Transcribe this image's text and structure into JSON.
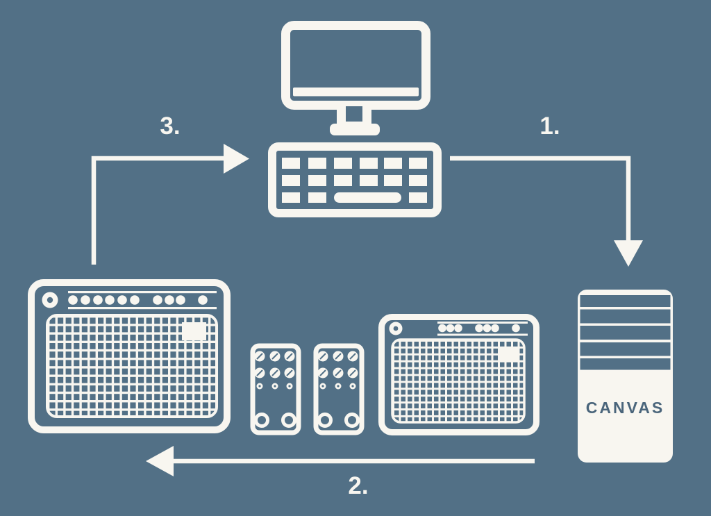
{
  "colors": {
    "background": "#527086",
    "foreground": "#f8f6f0",
    "server_label_text": "#4a657b"
  },
  "diagram": {
    "steps": {
      "one": "1.",
      "two": "2.",
      "three": "3."
    },
    "server": {
      "label": "CANVAS"
    },
    "icons": {
      "computer": "desktop-computer-icon",
      "amp_large": "guitar-amplifier-icon",
      "amp_small": "guitar-amplifier-icon",
      "pedal_left": "effects-pedal-icon",
      "pedal_right": "effects-pedal-icon",
      "server_tower": "computer-tower-icon",
      "arrow_step_1": "elbow-arrow-down-icon",
      "arrow_step_2": "arrow-left-icon",
      "arrow_step_3": "elbow-arrow-right-icon"
    }
  }
}
